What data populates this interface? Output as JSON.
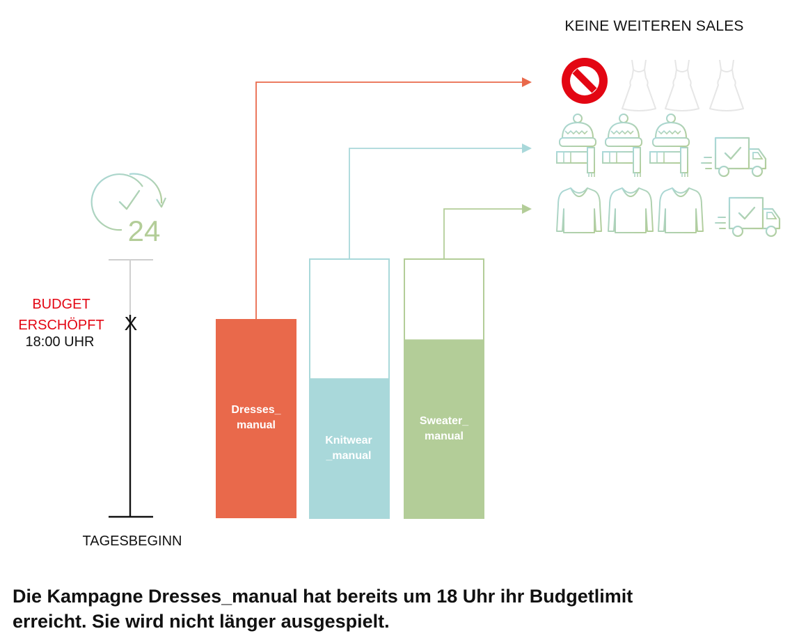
{
  "top_label": "KEINE WEITEREN SALES",
  "budget_status": [
    "BUDGET",
    "ERSCHÖPFT"
  ],
  "budget_time": "18:00 UHR",
  "timeline": {
    "start_label": "TAGESBEGINN",
    "marker": "X",
    "clock_icon_text": "24"
  },
  "campaigns": [
    {
      "label": "Dresses_\nmanual",
      "fill": 1.0,
      "color": "#e9694b",
      "outcome": "no-sales"
    },
    {
      "label": "Knitwear\n_manual",
      "fill": 0.54,
      "color": "#a9d8da",
      "outcome": "delivered"
    },
    {
      "label": "Sweater_\nmanual",
      "fill": 0.69,
      "color": "#b3cd98",
      "outcome": "delivered"
    }
  ],
  "colors": {
    "dresses": "#e9694b",
    "knitwear": "#a9d8da",
    "sweater": "#b3cd98",
    "alert_red": "#e30613",
    "product_gradient_start": "#a9d8da",
    "product_gradient_end": "#b3cd98"
  },
  "icons": [
    "clock-24h-icon",
    "prohibited-icon",
    "dress-icon",
    "knit-hat-scarf-icon",
    "sweater-icon",
    "delivery-truck-icon"
  ],
  "caption": [
    "Die Kampagne Dresses_manual hat bereits um 18 Uhr ihr Budgetlimit",
    "erreicht. Sie wird nicht länger ausgespielt."
  ]
}
